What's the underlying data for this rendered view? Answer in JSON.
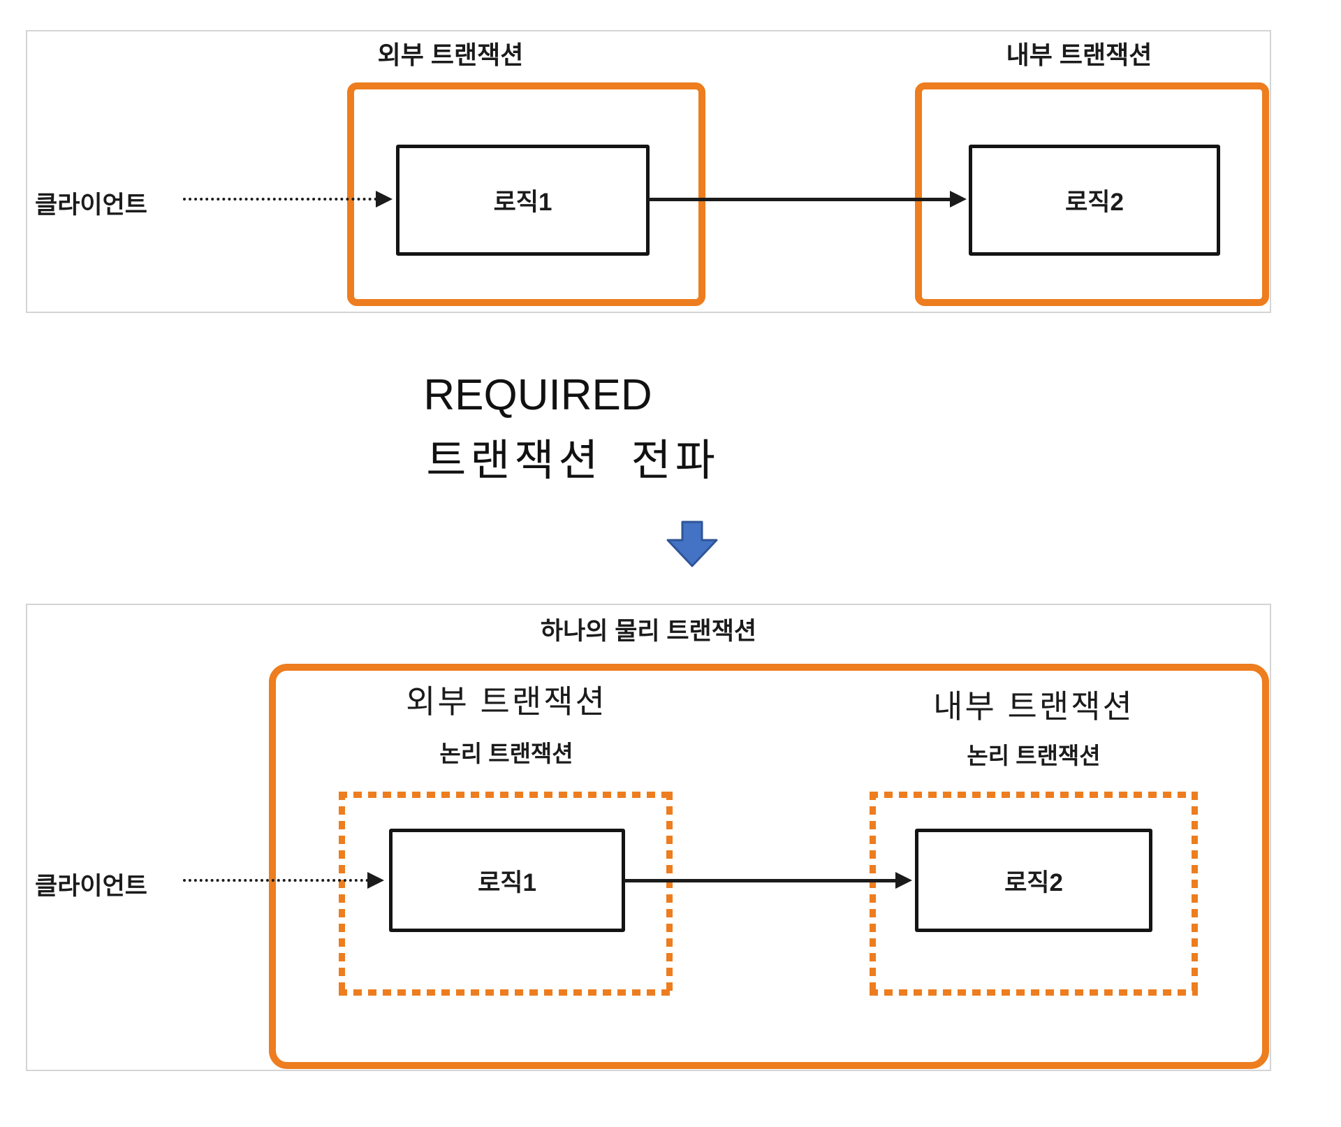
{
  "colors": {
    "orange": "#ED7D1E",
    "blue_arrow_fill": "#4472C4",
    "blue_arrow_border": "#2F5597",
    "panel_border": "#D4D4D4",
    "ink": "#1b1b1b"
  },
  "top_panel": {
    "outer_transaction_label": "외부 트랜잭션",
    "inner_transaction_label": "내부 트랜잭션",
    "client_label": "클라이언트",
    "logic1_label": "로직1",
    "logic2_label": "로직2"
  },
  "middle": {
    "propagation_line1": "REQUIRED",
    "propagation_line2": "트랜잭션 전파"
  },
  "bottom_panel": {
    "title": "하나의 물리 트랜잭션",
    "client_label": "클라이언트",
    "outer_section": {
      "transaction_label": "외부 트랜잭션",
      "logical_label": "논리 트랜잭션",
      "logic_label": "로직1"
    },
    "inner_section": {
      "transaction_label": "내부 트랜잭션",
      "logical_label": "논리 트랜잭션",
      "logic_label": "로직2"
    }
  }
}
